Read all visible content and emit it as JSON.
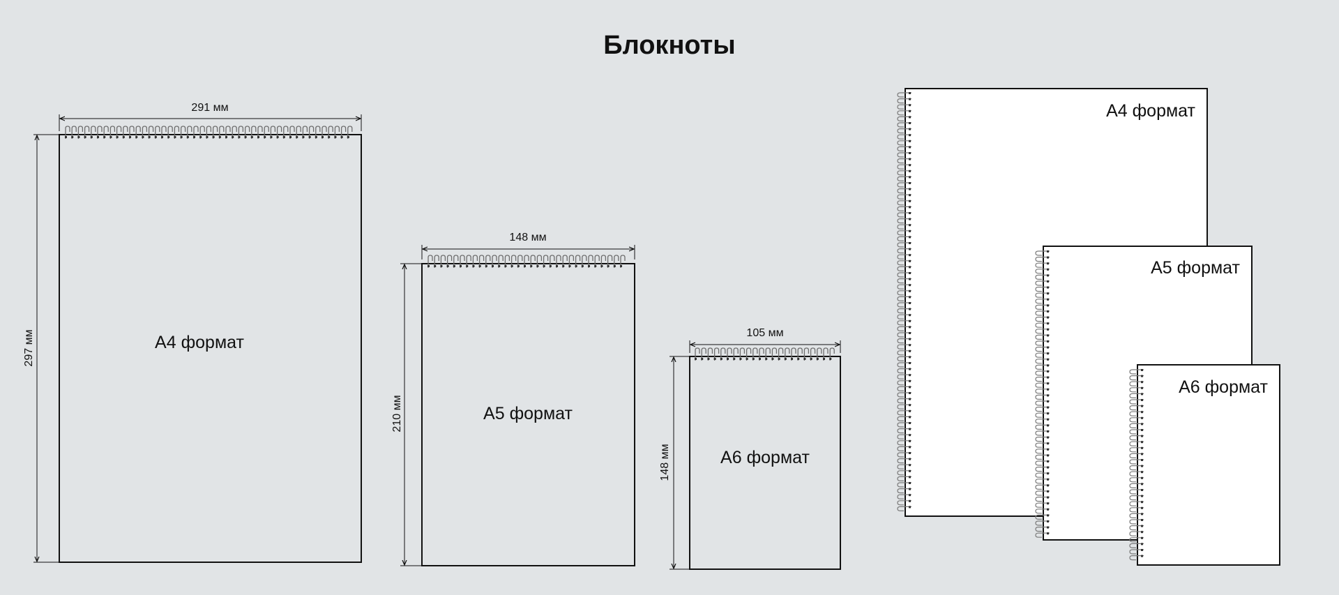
{
  "title": "Блокноты",
  "notebooks": [
    {
      "id": "a4",
      "label": "A4 формат",
      "width_label": "291 мм",
      "height_label": "297 мм"
    },
    {
      "id": "a5",
      "label": "A5 формат",
      "width_label": "148 мм",
      "height_label": "210 мм"
    },
    {
      "id": "a6",
      "label": "A6 формат",
      "width_label": "105 мм",
      "height_label": "148 мм"
    }
  ],
  "comparison": {
    "a4_label": "A4 формат",
    "a5_label": "A5 формат",
    "a6_label": "A6 формат"
  },
  "colors": {
    "background": "#e1e4e6",
    "outline": "#111111",
    "page_fill_right": "#ffffff",
    "ring": "#8a8a8a"
  }
}
